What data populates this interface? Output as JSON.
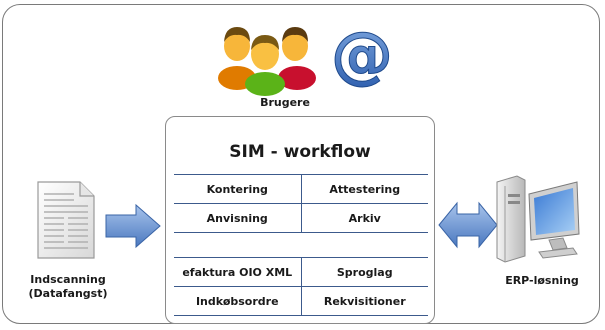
{
  "users_label": "Brugere",
  "workflow": {
    "title": "SIM - workflow",
    "top_rows": [
      [
        "Kontering",
        "Attestering"
      ],
      [
        "Anvisning",
        "Arkiv"
      ]
    ],
    "bottom_rows": [
      [
        "efaktura OIO XML",
        "Sproglag"
      ],
      [
        "Indkøbsordre",
        "Rekvisitioner"
      ]
    ]
  },
  "scanning_label_line1": "Indscanning",
  "scanning_label_line2": "(Datafangst)",
  "erp_label": "ERP-løsning",
  "icons": [
    "users-icon",
    "at-sign-icon",
    "document-icon",
    "arrow-right-icon",
    "double-arrow-icon",
    "computer-icon"
  ],
  "colors": {
    "arrow": "#5a85c4",
    "grid_line": "#3c5a8c",
    "border": "#7a7a7a"
  }
}
